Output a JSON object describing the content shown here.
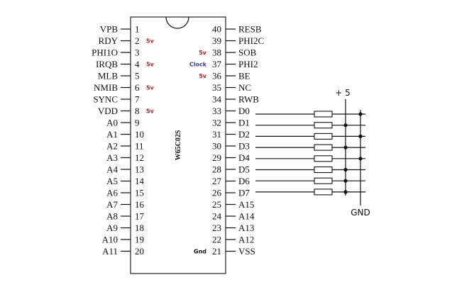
{
  "chip": {
    "part_number": "W65C02S",
    "left_pins": [
      {
        "num": "1",
        "name": "VPB",
        "note": ""
      },
      {
        "num": "2",
        "name": "RDY",
        "note": "5v"
      },
      {
        "num": "3",
        "name": "PHI1O",
        "note": ""
      },
      {
        "num": "4",
        "name": "IRQB",
        "note": "5v"
      },
      {
        "num": "5",
        "name": "MLB",
        "note": ""
      },
      {
        "num": "6",
        "name": "NMIB",
        "note": "5v"
      },
      {
        "num": "7",
        "name": "SYNC",
        "note": ""
      },
      {
        "num": "8",
        "name": "VDD",
        "note": "5v"
      },
      {
        "num": "9",
        "name": "A0",
        "note": ""
      },
      {
        "num": "10",
        "name": "A1",
        "note": ""
      },
      {
        "num": "11",
        "name": "A2",
        "note": ""
      },
      {
        "num": "12",
        "name": "A3",
        "note": ""
      },
      {
        "num": "13",
        "name": "A4",
        "note": ""
      },
      {
        "num": "14",
        "name": "A5",
        "note": ""
      },
      {
        "num": "15",
        "name": "A6",
        "note": ""
      },
      {
        "num": "16",
        "name": "A7",
        "note": ""
      },
      {
        "num": "17",
        "name": "A8",
        "note": ""
      },
      {
        "num": "18",
        "name": "A9",
        "note": ""
      },
      {
        "num": "19",
        "name": "A10",
        "note": ""
      },
      {
        "num": "20",
        "name": "A11",
        "note": ""
      }
    ],
    "right_pins": [
      {
        "num": "40",
        "name": "RESB",
        "note": ""
      },
      {
        "num": "39",
        "name": "PHI2C",
        "note": ""
      },
      {
        "num": "38",
        "name": "SOB",
        "note": "5v"
      },
      {
        "num": "37",
        "name": "PHI2",
        "note": "Clock"
      },
      {
        "num": "36",
        "name": "BE",
        "note": "5v"
      },
      {
        "num": "35",
        "name": "NC",
        "note": ""
      },
      {
        "num": "34",
        "name": "RWB",
        "note": ""
      },
      {
        "num": "33",
        "name": "D0",
        "note": ""
      },
      {
        "num": "32",
        "name": "D1",
        "note": ""
      },
      {
        "num": "31",
        "name": "D2",
        "note": ""
      },
      {
        "num": "30",
        "name": "D3",
        "note": ""
      },
      {
        "num": "29",
        "name": "D4",
        "note": ""
      },
      {
        "num": "28",
        "name": "D5",
        "note": ""
      },
      {
        "num": "27",
        "name": "D6",
        "note": ""
      },
      {
        "num": "26",
        "name": "D7",
        "note": ""
      },
      {
        "num": "25",
        "name": "A15",
        "note": ""
      },
      {
        "num": "24",
        "name": "A14",
        "note": ""
      },
      {
        "num": "23",
        "name": "A13",
        "note": ""
      },
      {
        "num": "22",
        "name": "A12",
        "note": ""
      },
      {
        "num": "21",
        "name": "VSS",
        "note": "Gnd"
      }
    ]
  },
  "data_bus": {
    "lines": [
      "D0",
      "D1",
      "D2",
      "D3",
      "D4",
      "D5",
      "D6",
      "D7"
    ],
    "connection": [
      "GND",
      "+5",
      "GND",
      "+5",
      "GND",
      "+5",
      "+5",
      "+5"
    ]
  },
  "rails": {
    "vcc_label": "+ 5",
    "gnd_label": "GND"
  },
  "colors": {
    "note_5v": "#b22222",
    "note_clock": "#3a3fa0",
    "note_gnd": "#111111"
  }
}
